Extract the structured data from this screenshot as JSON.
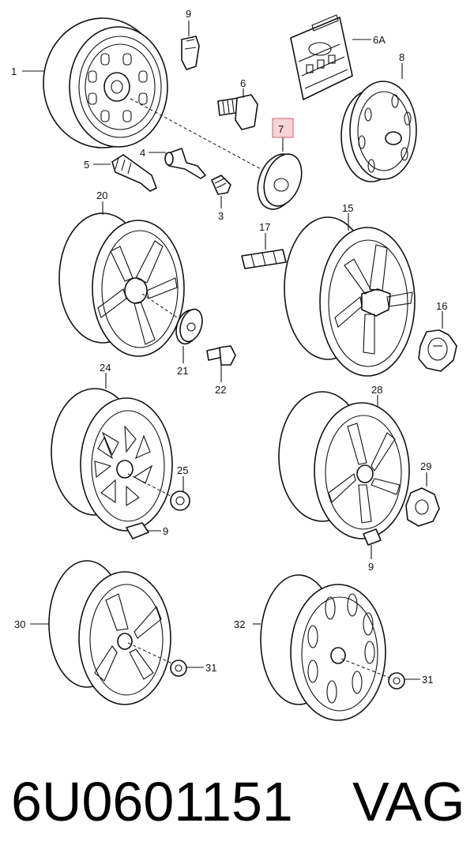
{
  "callouts": {
    "c1": "1",
    "c3": "3",
    "c4": "4",
    "c5": "5",
    "c6": "6",
    "c6a": "6A",
    "c7": "7",
    "c8": "8",
    "c9a": "9",
    "c9b": "9",
    "c9c": "9",
    "c15": "15",
    "c16": "16",
    "c17": "17",
    "c20": "20",
    "c21": "21",
    "c22": "22",
    "c24": "24",
    "c25": "25",
    "c28": "28",
    "c29": "29",
    "c30": "30",
    "c31a": "31",
    "c31b": "31",
    "c32": "32"
  },
  "footer": {
    "part_number": "6U0601151",
    "brand": "VAG"
  },
  "colors": {
    "highlight_fill": "#f6d5d8",
    "highlight_stroke": "#c8646f",
    "line": "#111111"
  }
}
